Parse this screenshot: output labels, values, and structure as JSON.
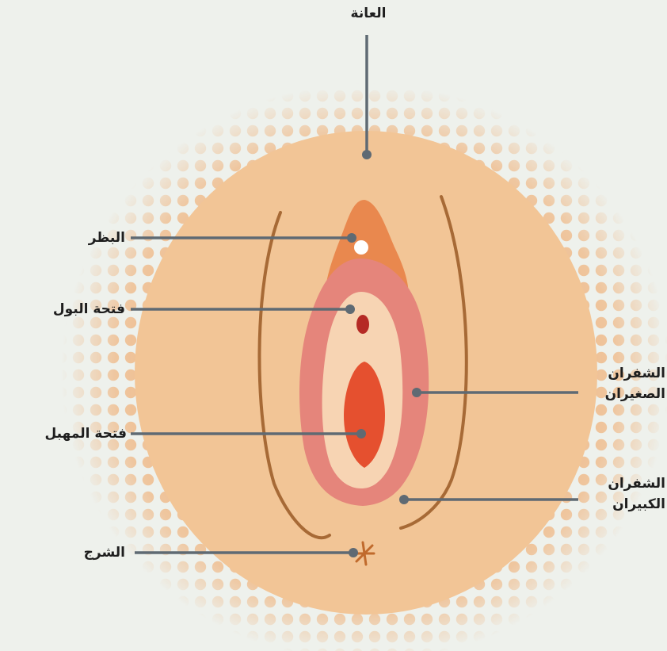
{
  "labels": {
    "pubis": "العانة",
    "clitoris": "البظر",
    "urethral_opening": "فتحة البول",
    "labia_minora": [
      "الشفران",
      "الصغيران"
    ],
    "vaginal_opening": "فتحة المهبل",
    "labia_majora": [
      "الشفران",
      "الكبيران"
    ],
    "perineum": "الشرج"
  },
  "colors": {
    "background": "#eef1ec",
    "skin": "#f2c596",
    "skin_dots": "#efb784",
    "clitoral_hood": "#e9884e",
    "labia_minora": "#e5857b",
    "inner_vestibule": "#f7d4b3",
    "vaginal_opening": "#e5502f",
    "urethra": "#b52a25",
    "fold_lines": "#a76a36",
    "leader_lines": "#5f6a73"
  }
}
